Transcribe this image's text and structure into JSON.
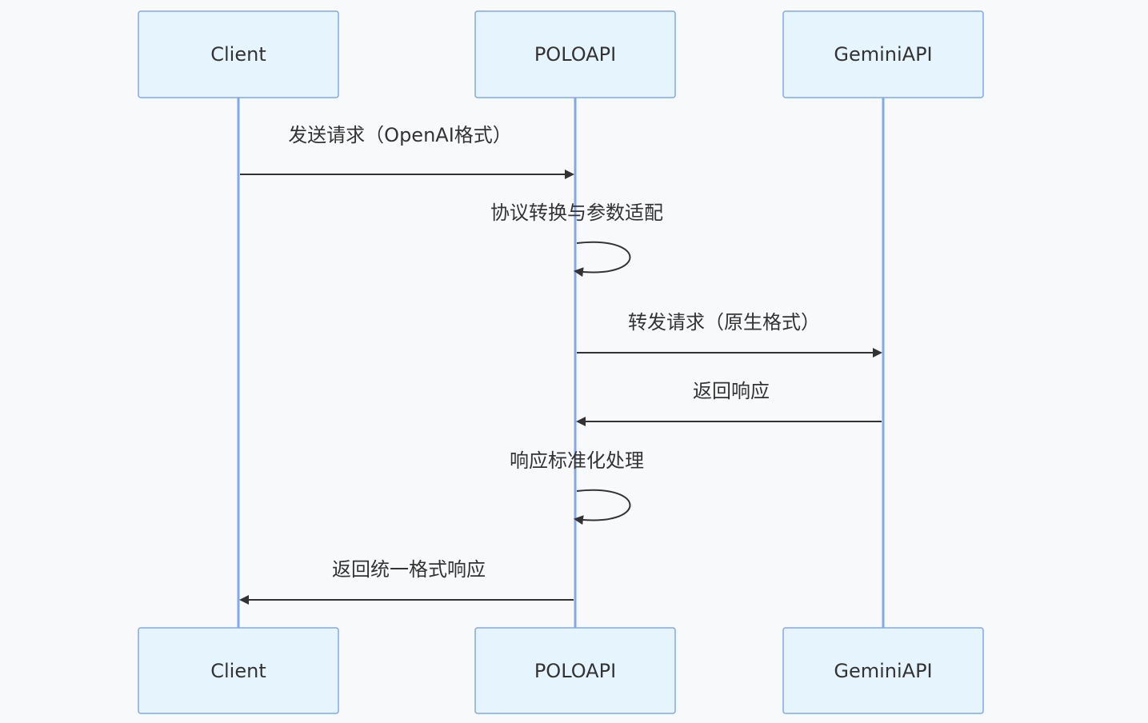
{
  "diagram": {
    "actors": [
      {
        "id": "client",
        "label": "Client"
      },
      {
        "id": "polo",
        "label": "POLOAPI"
      },
      {
        "id": "gemini",
        "label": "GeminiAPI"
      }
    ],
    "messages": [
      {
        "from": "client",
        "to": "polo",
        "label": "发送请求（OpenAI格式）"
      },
      {
        "from": "polo",
        "to": "polo",
        "label": "协议转换与参数适配"
      },
      {
        "from": "polo",
        "to": "gemini",
        "label": "转发请求（原生格式）"
      },
      {
        "from": "gemini",
        "to": "polo",
        "label": "返回响应"
      },
      {
        "from": "polo",
        "to": "polo",
        "label": "响应标准化处理"
      },
      {
        "from": "polo",
        "to": "client",
        "label": "返回统一格式响应"
      }
    ],
    "colors": {
      "actor_fill": "#e6f4fd",
      "actor_border": "#7fa9ef",
      "lifeline": "#7fa9ef",
      "arrow": "#333333",
      "background": "#f8f9fb"
    }
  }
}
